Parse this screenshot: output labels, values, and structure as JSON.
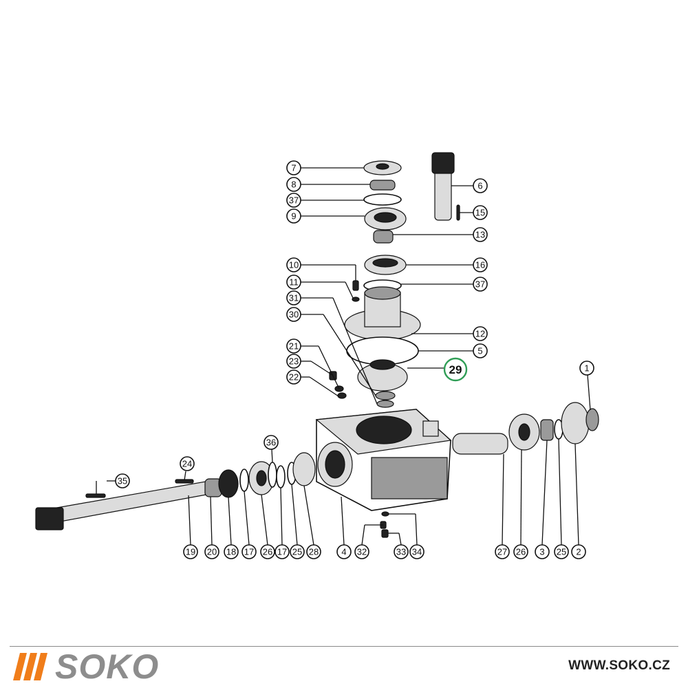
{
  "diagram": {
    "labels": [
      "7",
      "8",
      "37",
      "9",
      "6",
      "15",
      "13",
      "10",
      "16",
      "11",
      "37",
      "31",
      "30",
      "12",
      "5",
      "21",
      "29",
      "23",
      "22",
      "1",
      "36",
      "24",
      "35",
      "19",
      "20",
      "18",
      "17",
      "26",
      "17",
      "25",
      "28",
      "4",
      "32",
      "33",
      "34",
      "27",
      "26",
      "3",
      "25",
      "2"
    ],
    "highlighted_label": "29",
    "highlight_color": "#2e9d55",
    "line_color": "#111111"
  },
  "footer": {
    "brand": "SOKO",
    "website": "WWW.SOKO.CZ",
    "brand_accent_color": "#f07d1a",
    "brand_text_color": "#8d8d8d"
  }
}
